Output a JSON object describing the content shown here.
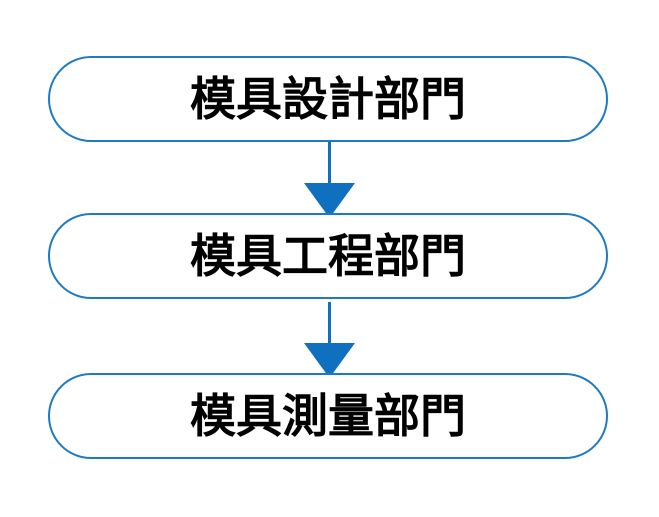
{
  "diagram": {
    "type": "flowchart",
    "orientation": "vertical-top-to-bottom",
    "background_color": "#ffffff",
    "node_fill_color": "#ffffff",
    "node_border_color": "#1f7ac4",
    "connector_color": "#0f70c0",
    "text_color": "#000000",
    "nodes": [
      {
        "id": "node-0",
        "label": "模具設計部門",
        "shape": "stadium"
      },
      {
        "id": "node-1",
        "label": "模具工程部門",
        "shape": "stadium"
      },
      {
        "id": "node-2",
        "label": "模具測量部門",
        "shape": "stadium"
      }
    ],
    "connectors": [
      {
        "id": "arrow-0",
        "from": "node-0",
        "to": "node-1",
        "style": "solid-line-filled-triangle",
        "direction": "down"
      },
      {
        "id": "arrow-1",
        "from": "node-1",
        "to": "node-2",
        "style": "solid-line-filled-triangle",
        "direction": "down"
      }
    ]
  }
}
